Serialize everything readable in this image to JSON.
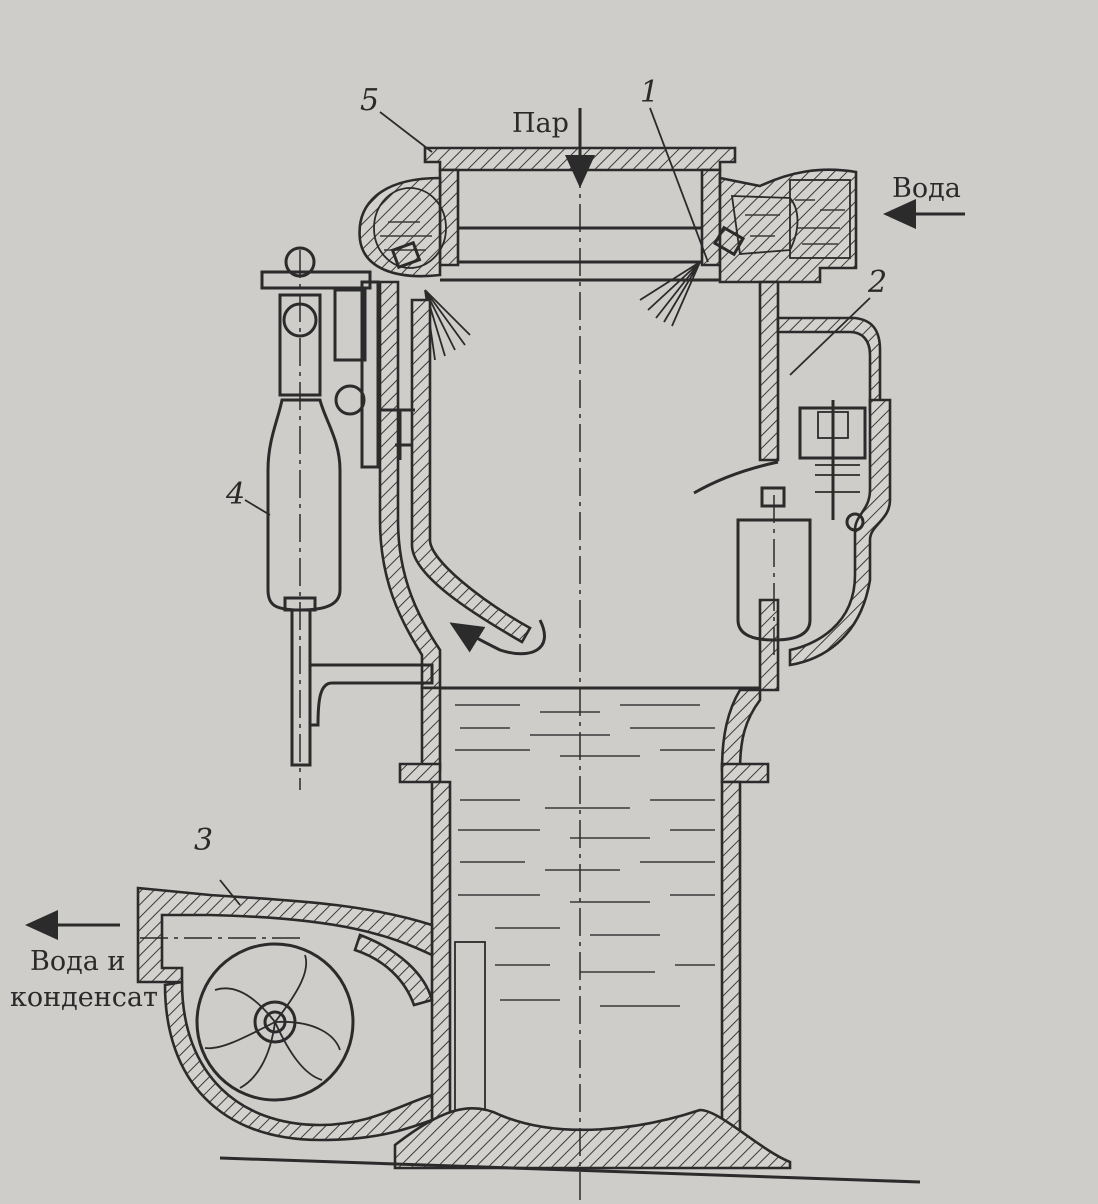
{
  "labels": {
    "steam": "Пар",
    "water_in": "Вода",
    "water_out_line1": "Вода и",
    "water_out_line2": "конденсат",
    "num1": "1",
    "num2": "2",
    "num3": "3",
    "num4": "4",
    "num5": "5"
  }
}
